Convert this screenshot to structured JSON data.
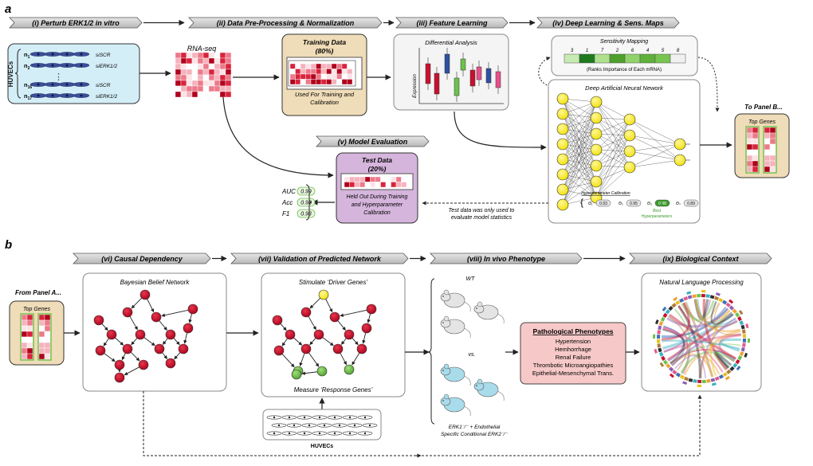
{
  "panel_a": {
    "letter": "a",
    "stage_labels": [
      "(i) Perturb ERK1/2 in vitro",
      "(ii) Data Pre-Processing & Normalization",
      "(iii) Feature Learning",
      "(iv) Deep Learning & Sens. Maps"
    ],
    "model_eval_label": "(v) Model Evaluation",
    "huvecs": {
      "label": "HUVECs",
      "rows": [
        {
          "n": "n",
          "sub": "1",
          "cond": "siSCR"
        },
        {
          "n": "n",
          "sub": "2",
          "cond": "siERK1/2"
        },
        {
          "n": "n",
          "sub": "16",
          "cond": "siSCR"
        },
        {
          "n": "n",
          "sub": "17",
          "cond": "siERK1/2"
        }
      ],
      "ellipsis": "⋮"
    },
    "rnaseq_label": "RNA-seq",
    "training": {
      "title": "Training Data",
      "pct": "(80%)",
      "caption1": "Used For Training and",
      "caption2": "Calibration"
    },
    "diff": {
      "title": "Differential Analysis",
      "ylabel": "Expression"
    },
    "sens": {
      "title": "Sensitivity Mapping",
      "ranks": [
        "3",
        "1",
        "7",
        "2",
        "6",
        "4",
        "5",
        "8"
      ],
      "caption": "(Ranks Importance of Each mRNA)"
    },
    "dann_title": "Deep Artificial Neural Nework",
    "hyper": {
      "title": "Hyperparameter Calibration",
      "vals": [
        "0.93",
        "0.95",
        "0.98",
        "0.89"
      ],
      "syms": [
        "Θ₁",
        "Θ₂",
        "Θ₃",
        "Θₙ"
      ],
      "best1": "Best",
      "best2": "Hyperparameters",
      "dots": "..."
    },
    "to_panel_b": "To Panel B...",
    "top_genes": "Top Genes",
    "test": {
      "title": "Test Data",
      "pct": "(20%)",
      "caption1": "Held Out During Training",
      "caption2": "and Hyperparameter",
      "caption3": "Calibration"
    },
    "metrics": [
      {
        "name": "AUC",
        "value": "0.99"
      },
      {
        "name": "Acc",
        "value": "0.98"
      },
      {
        "name": "F1",
        "value": "0.98"
      }
    ],
    "test_note1": "Test data was only used to",
    "test_note2": "evaluate model statistics"
  },
  "panel_b": {
    "letter": "b",
    "stage_labels": [
      "(vi) Causal Dependency",
      "(vii) Validation of Predicted Network",
      "(viii) In vivo Phenotype",
      "(ix) Biological Context"
    ],
    "from_panel_a": "From Panel A...",
    "top_genes": "Top Genes",
    "bbn_title": "Bayesian Belief Network",
    "stimulate": "Stimulate ‘Driver Genes’",
    "measure": "Measure ‘Response Genes’",
    "huvecs": "HUVECs",
    "wt": "WT",
    "vs": "vs.",
    "ko1": "ERK1⁻⁄⁻ + Endothelial",
    "ko2": "Specific Conditional ERK2⁻⁄⁻",
    "patho": {
      "title": "Pathological Phenotypes",
      "items": [
        "Hypertension",
        "Hemhorrhage",
        "Renal Failure",
        "Thrombotic Microangiopathies",
        "Epithelial-Mesenchymal Trans."
      ]
    },
    "nlp_title": "Natural Language Processing"
  },
  "colors": {
    "red": "#c8102e",
    "yellow": "#ffee00",
    "green": "#6cc24a",
    "huvec_bg": "#d4eef7",
    "tan_bg": "#efdcb8",
    "test_bg": "#d5b5dc",
    "patho_bg": "#f6c9c8",
    "stage_bar": "#d0d0d0"
  }
}
